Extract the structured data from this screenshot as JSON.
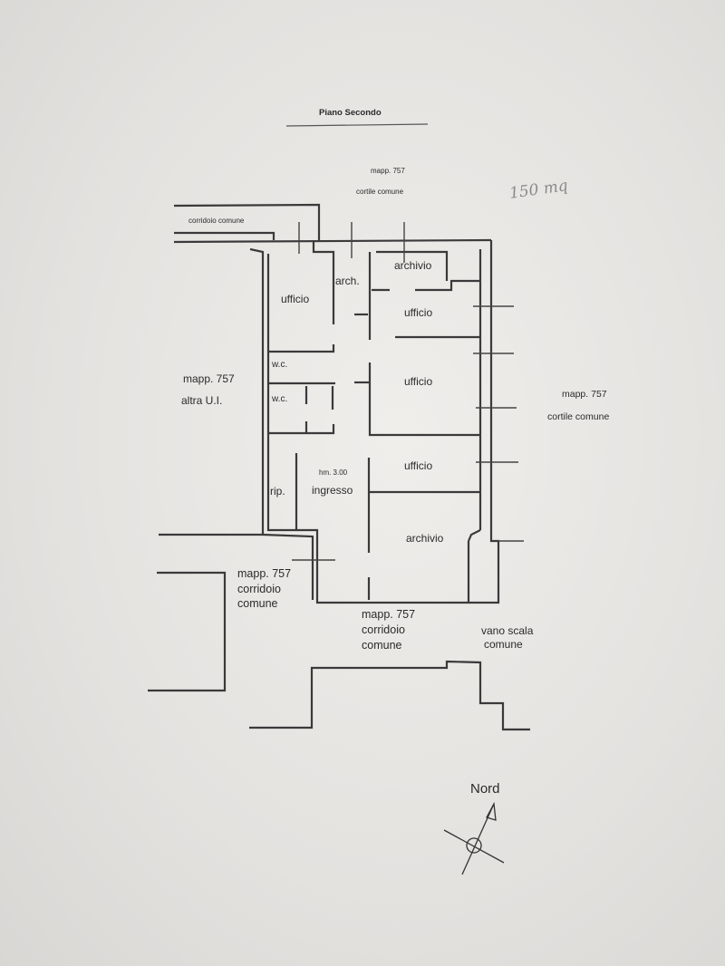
{
  "title": "Piano Secondo",
  "handwritten_area": "150 mq",
  "north_label": "Nord",
  "surroundings": {
    "top": {
      "line1": "mapp. 757",
      "line2": "cortile comune"
    },
    "top_left": "corridoio comune",
    "left": {
      "line1": "mapp. 757",
      "line2": "altra U.I."
    },
    "right": {
      "line1": "mapp. 757",
      "line2": "cortile comune"
    },
    "bottom_left": {
      "line1": "mapp. 757",
      "line2": "corridoio",
      "line3": "comune"
    },
    "bottom_center": {
      "line1": "mapp. 757",
      "line2": "corridoio",
      "line3": "comune"
    },
    "bottom_right": {
      "line1": "vano scala",
      "line2": "comune"
    }
  },
  "rooms": [
    "ufficio",
    "arch.",
    "archivio",
    "ufficio",
    "w.c.",
    "w.c.",
    "ufficio",
    "ufficio",
    "rip.",
    "ingresso",
    "archivio"
  ],
  "ceiling_height": "hm. 3.00"
}
